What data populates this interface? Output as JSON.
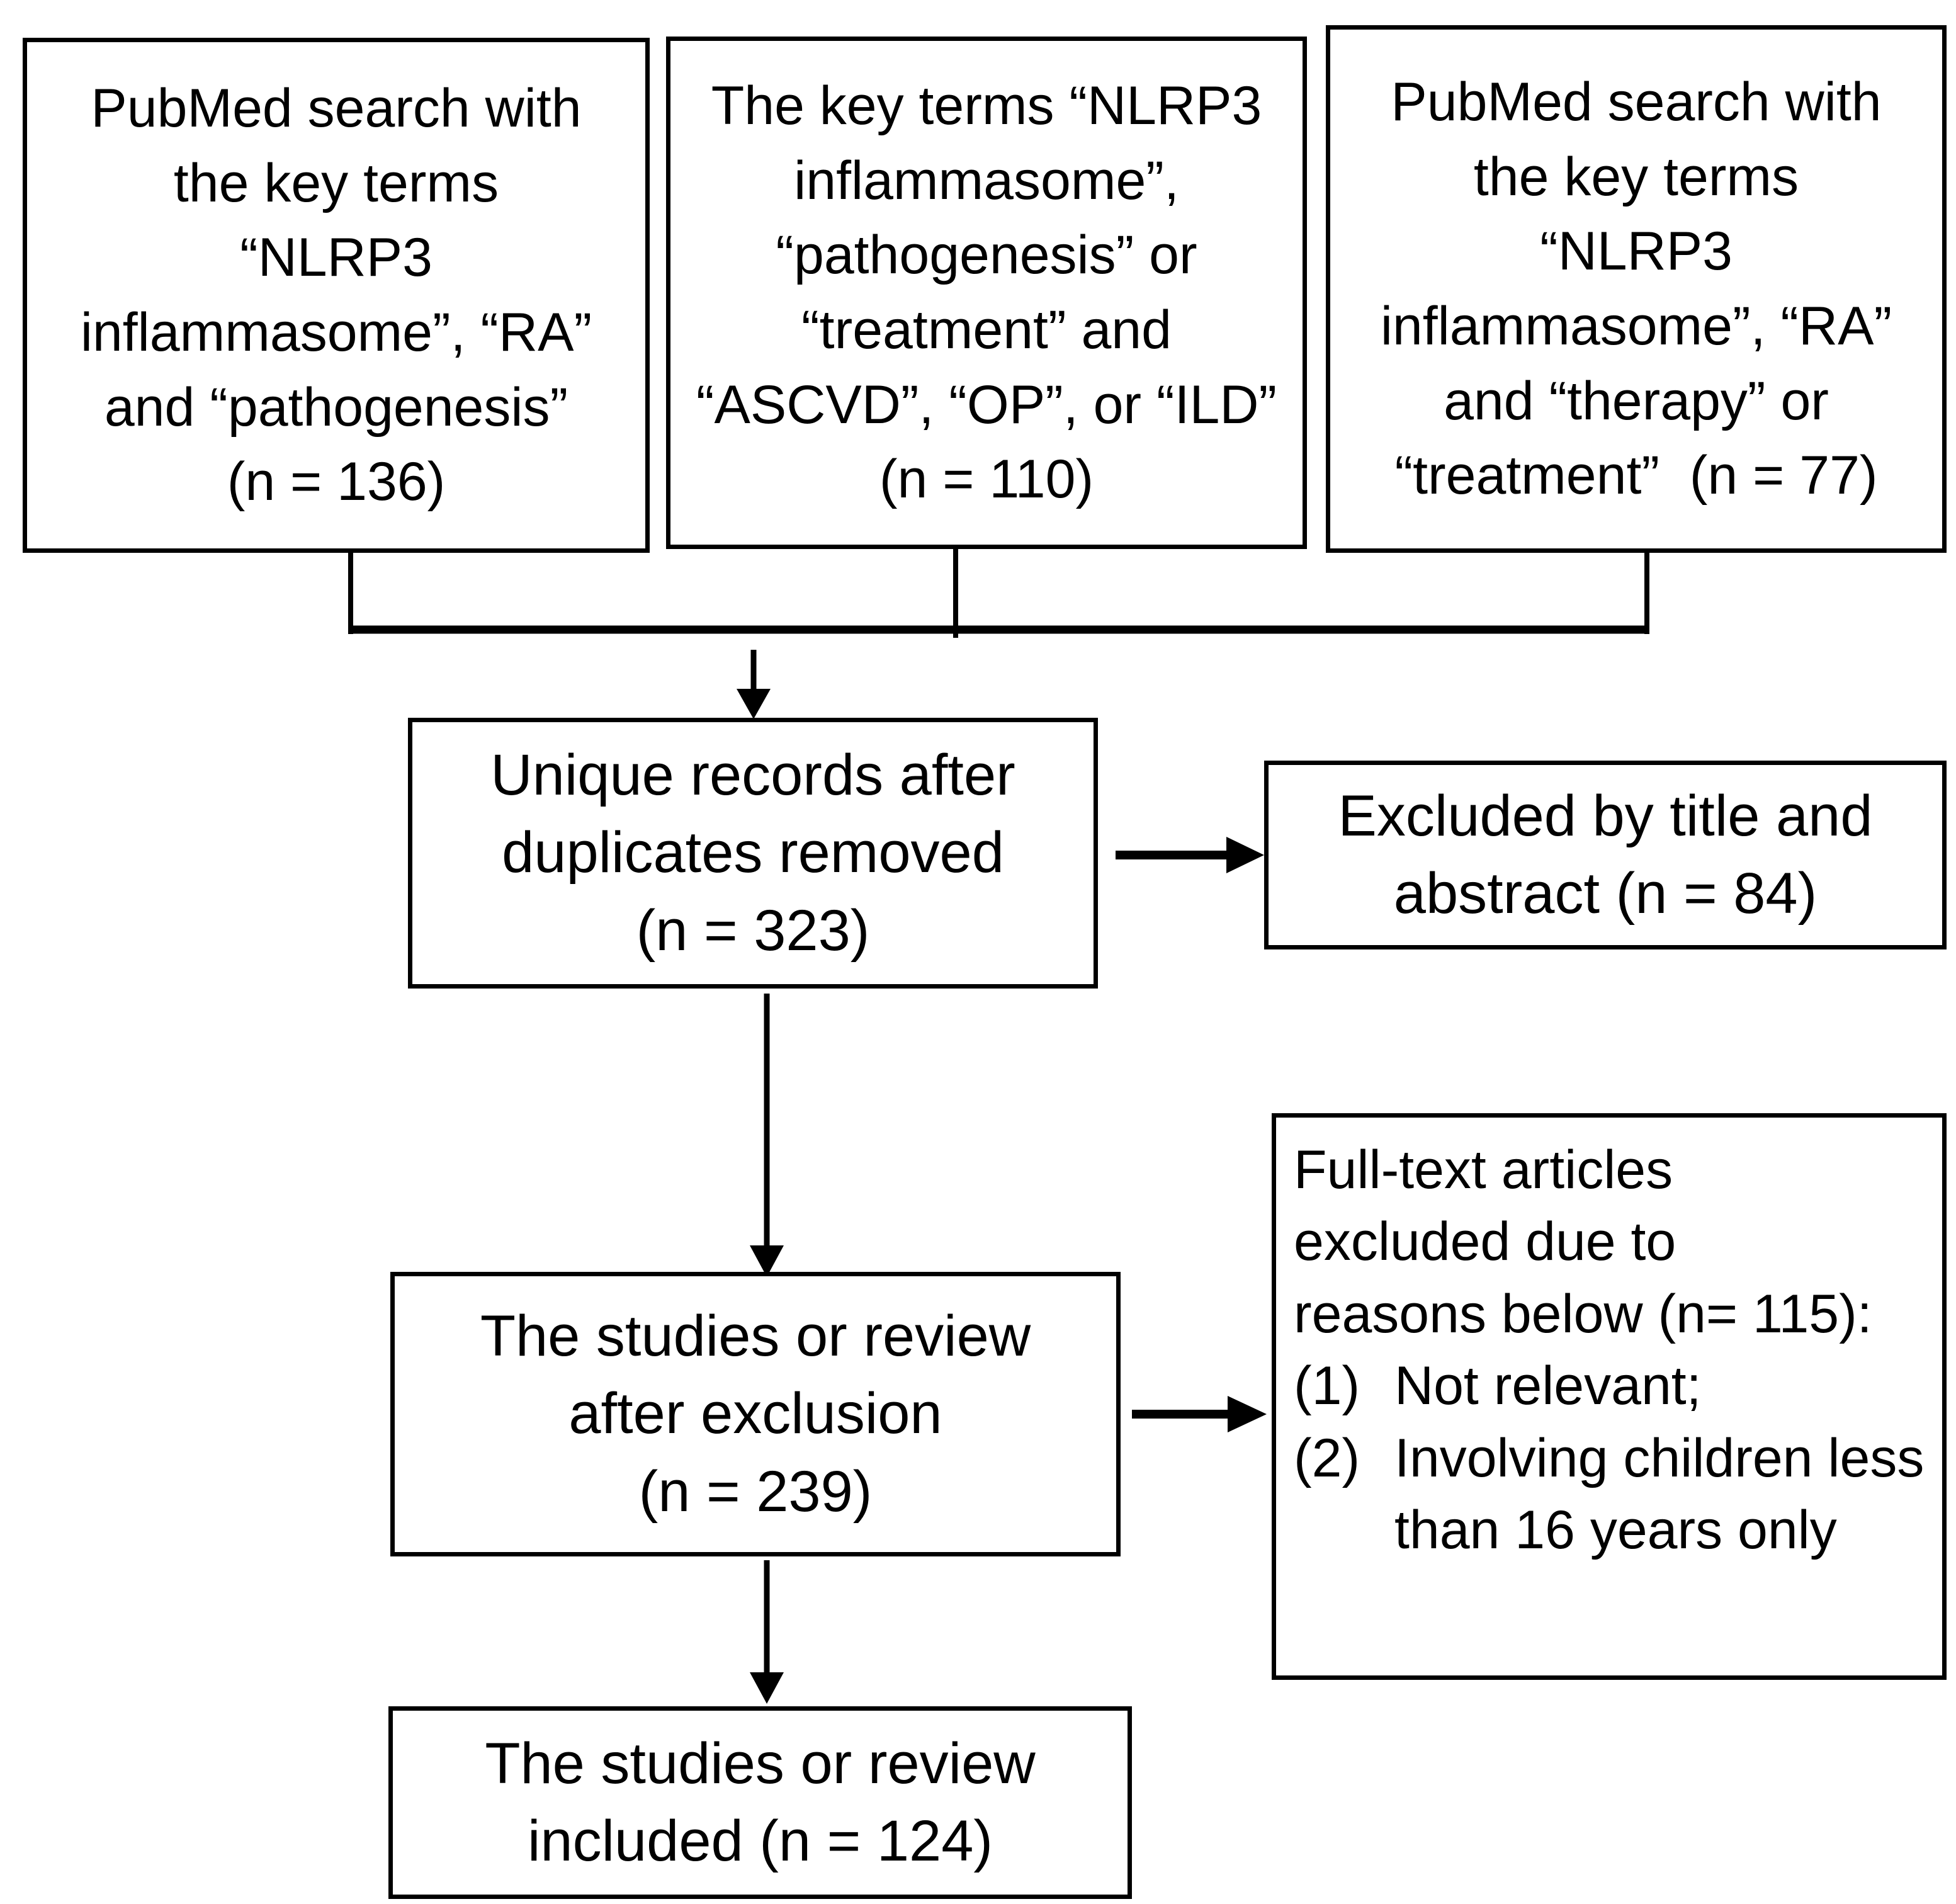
{
  "figure": {
    "boxes": {
      "search_pathogenesis": {
        "text": "PubMed search with\nthe key terms\n“NLRP3\ninflammasome”, “RA”\nand “pathogenesis”\n(n = 136)"
      },
      "search_comorbidities": {
        "text": "The key terms “NLRP3\ninflammasome”,\n“pathogenesis” or\n“treatment” and\n“ASCVD”, “OP”, or “ILD”\n(n = 110)"
      },
      "search_therapy": {
        "text": "PubMed search with\nthe key terms\n“NLRP3\ninflammasome”, “RA”\nand “therapy” or\n“treatment”  (n = 77)"
      },
      "unique_records": {
        "text": "Unique records after\nduplicates removed\n(n = 323)"
      },
      "excluded_title_abstract": {
        "text": "Excluded by title and\nabstract (n = 84)"
      },
      "after_exclusion": {
        "text": "The studies or review\nafter exclusion\n(n = 239)"
      },
      "fulltext_excluded": {
        "intro": "Full-text articles\nexcluded due to\nreasons below (n= 115):",
        "items": [
          {
            "num": "(1)",
            "text": "Not relevant;"
          },
          {
            "num": "(2)",
            "text": "Involving children less than 16 years only"
          }
        ]
      },
      "included": {
        "text": "The studies or review\nincluded (n = 124)"
      }
    }
  }
}
